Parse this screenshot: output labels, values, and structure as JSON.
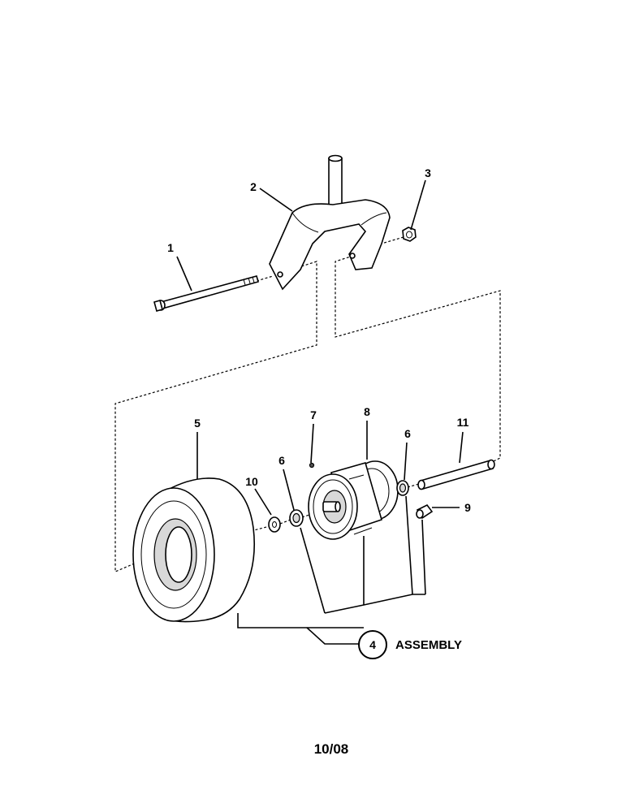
{
  "callouts": {
    "c1": "1",
    "c2": "2",
    "c3": "3",
    "c5": "5",
    "c6a": "6",
    "c6b": "6",
    "c7": "7",
    "c8": "8",
    "c9": "9",
    "c10": "10",
    "c11": "11"
  },
  "assembly": {
    "number": "4",
    "label": "ASSEMBLY"
  },
  "footer": {
    "date_code": "10/08"
  }
}
